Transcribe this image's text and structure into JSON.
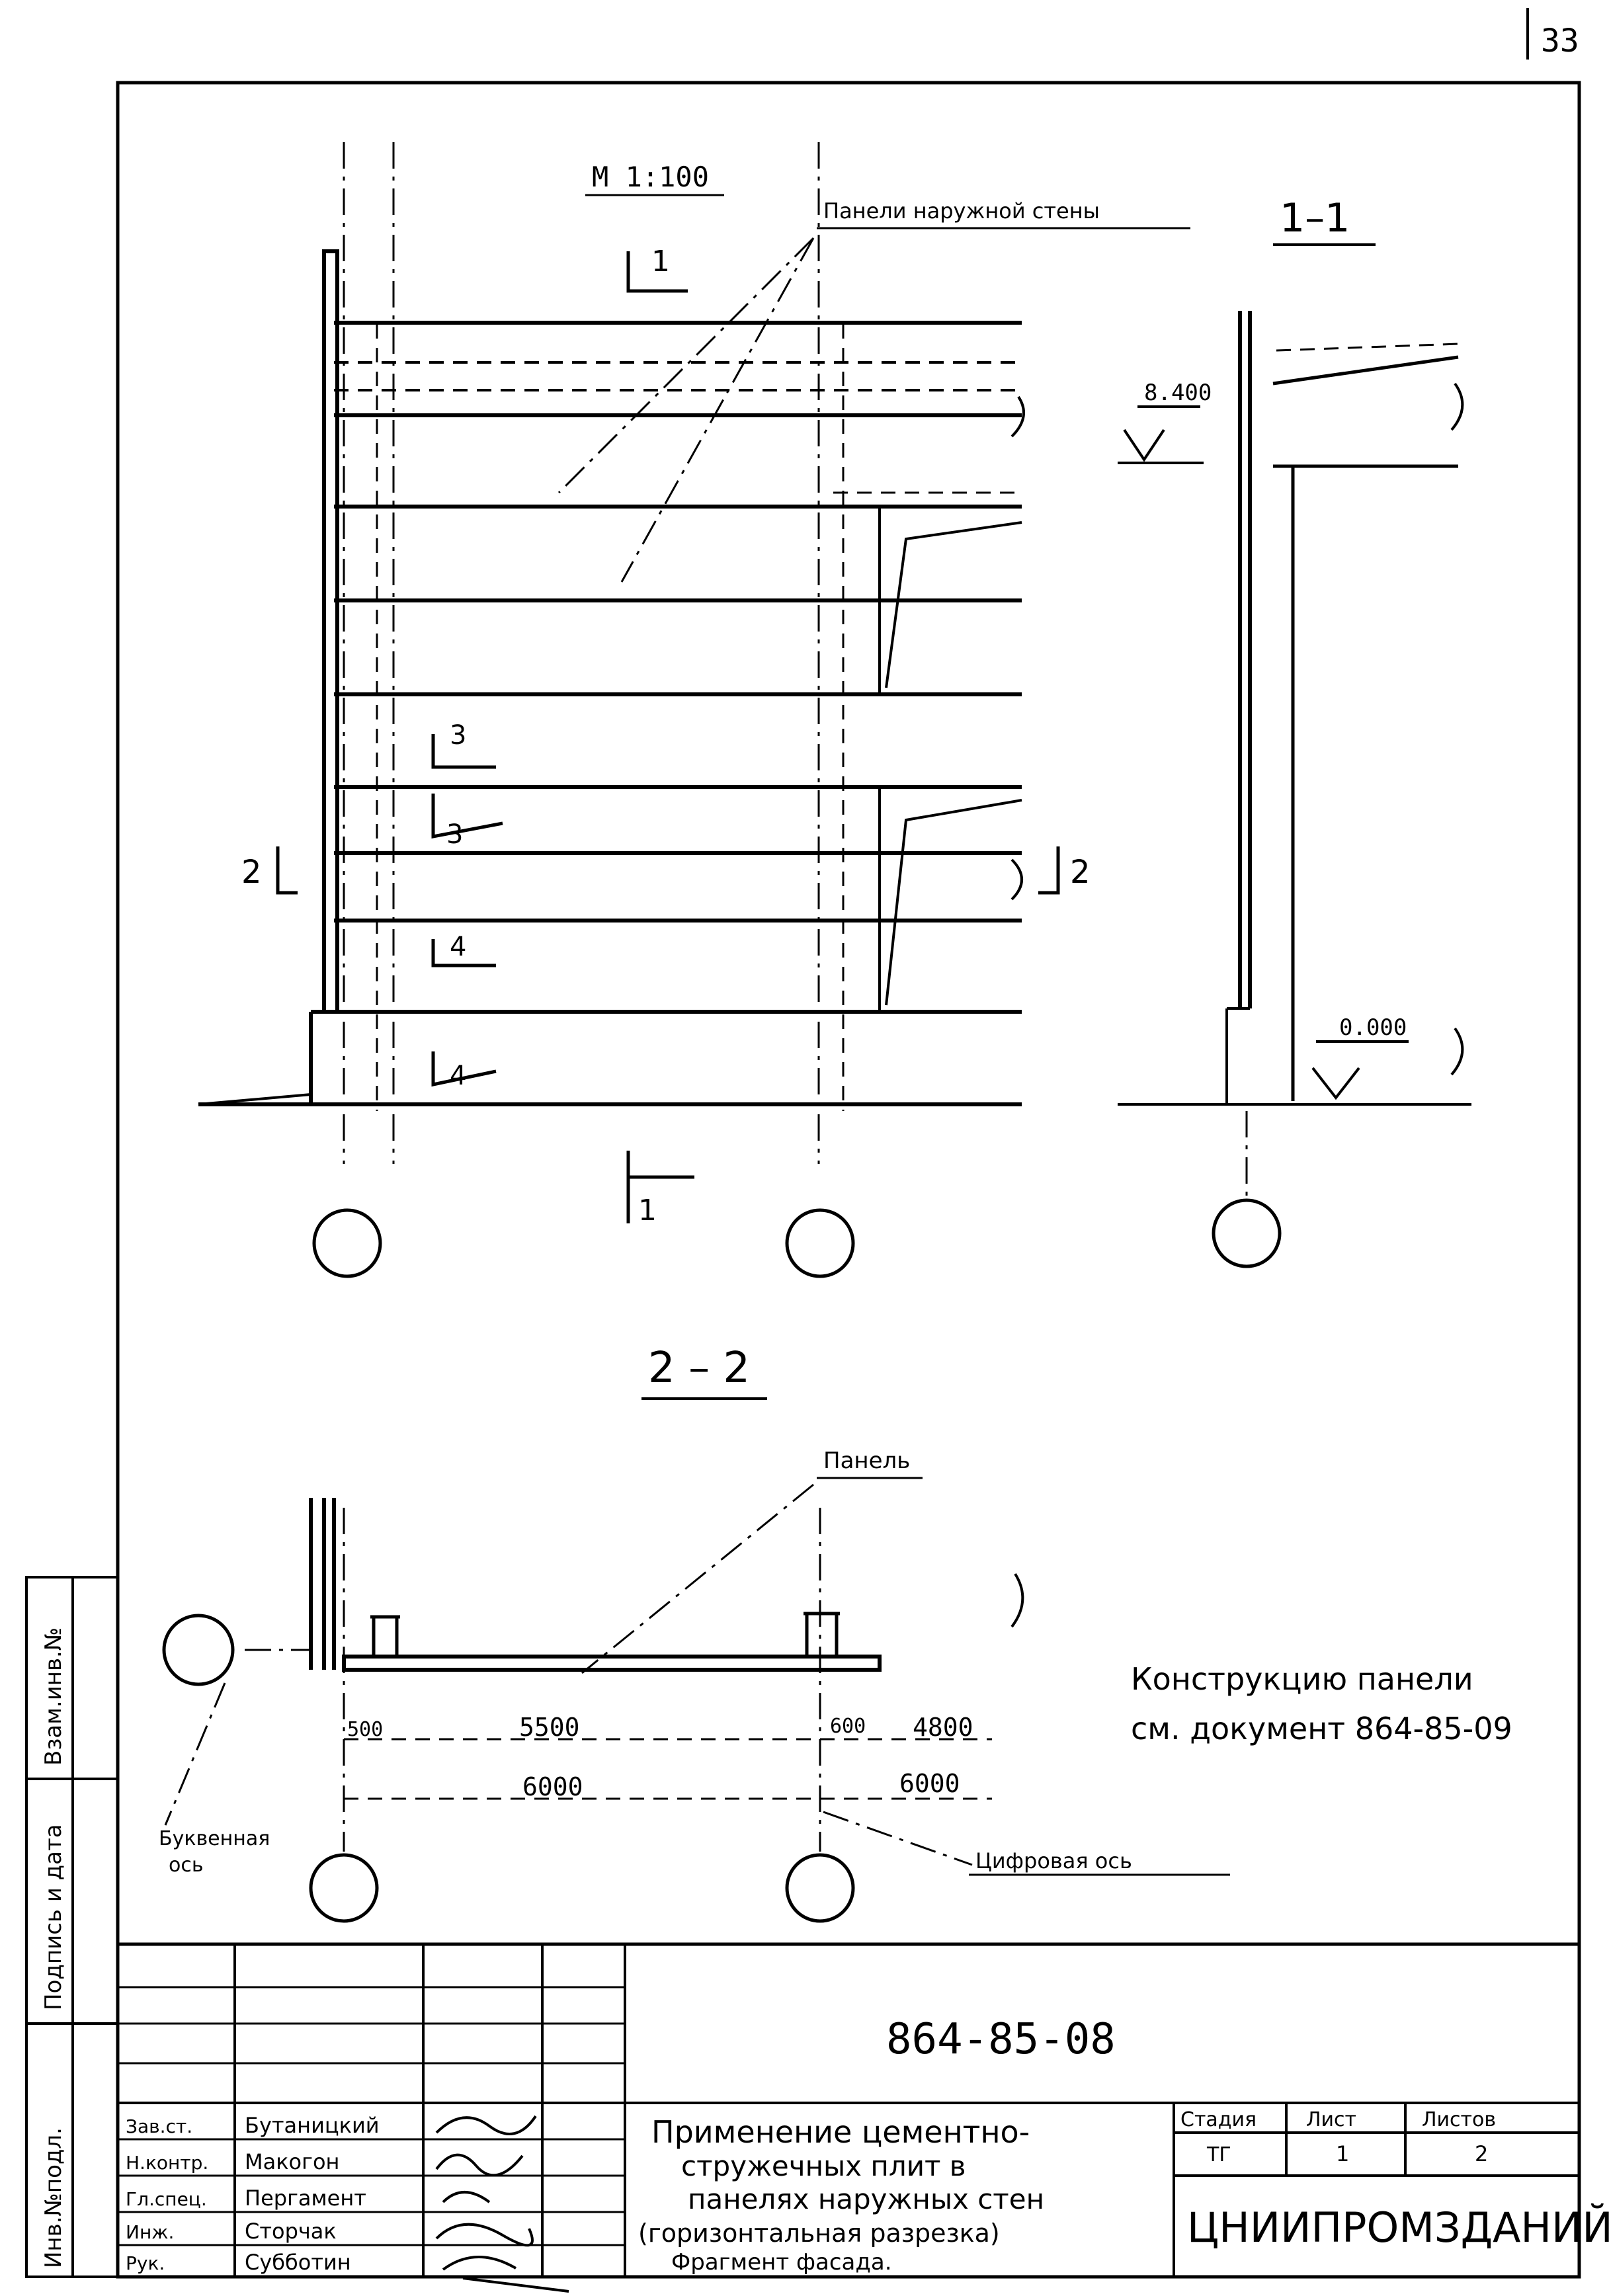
{
  "sheet": {
    "page_number": "33",
    "scale": "М 1:100",
    "facade_note": "Панели наружной стены",
    "section_1_1": {
      "title": "1–1",
      "mark_top": "8.400",
      "mark_bottom": "0.000"
    },
    "section_2_2": {
      "title": "2 – 2",
      "panel_label": "Панель",
      "dims": {
        "d500": "500",
        "d5500": "5500",
        "d600": "600",
        "d4800": "4800",
        "d6000a": "6000",
        "d6000b": "6000"
      },
      "letter_axis_1": "Буквенная",
      "letter_axis_2": "ось",
      "digit_axis": "Цифровая ось"
    },
    "cut_marks": {
      "c1": "1",
      "c2": "2",
      "c3": "3",
      "c4": "4"
    },
    "construction_note": {
      "line1": "Конструкцию панели",
      "line2": "см. документ 864-85-09"
    }
  },
  "side_stamp": {
    "inv_no": "Инв.№подл.",
    "sign_date": "Подпись и дата",
    "replaced": "Взам.инв.№"
  },
  "title_block": {
    "doc_code": "864-85-08",
    "roles": [
      {
        "role": "Зав.ст.",
        "name": "Бутаницкий"
      },
      {
        "role": "Н.контр.",
        "name": "Макогон"
      },
      {
        "role": "Гл.спец.",
        "name": "Пергамент"
      },
      {
        "role": "Инж.",
        "name": "Сторчак"
      },
      {
        "role": "Рук.",
        "name": "Субботин"
      }
    ],
    "title_lines": [
      "Применение цементно-",
      "стружечных плит в",
      "панелях наружных стен",
      "(горизонтальная разрезка)",
      "Фрагмент фасада."
    ],
    "stage_label": "Стадия",
    "sheet_label": "Лист",
    "sheets_label": "Листов",
    "stage": "ТГ",
    "sheet": "1",
    "sheets": "2",
    "org": "ЦНИИПРОМЗДАНИЙ"
  }
}
